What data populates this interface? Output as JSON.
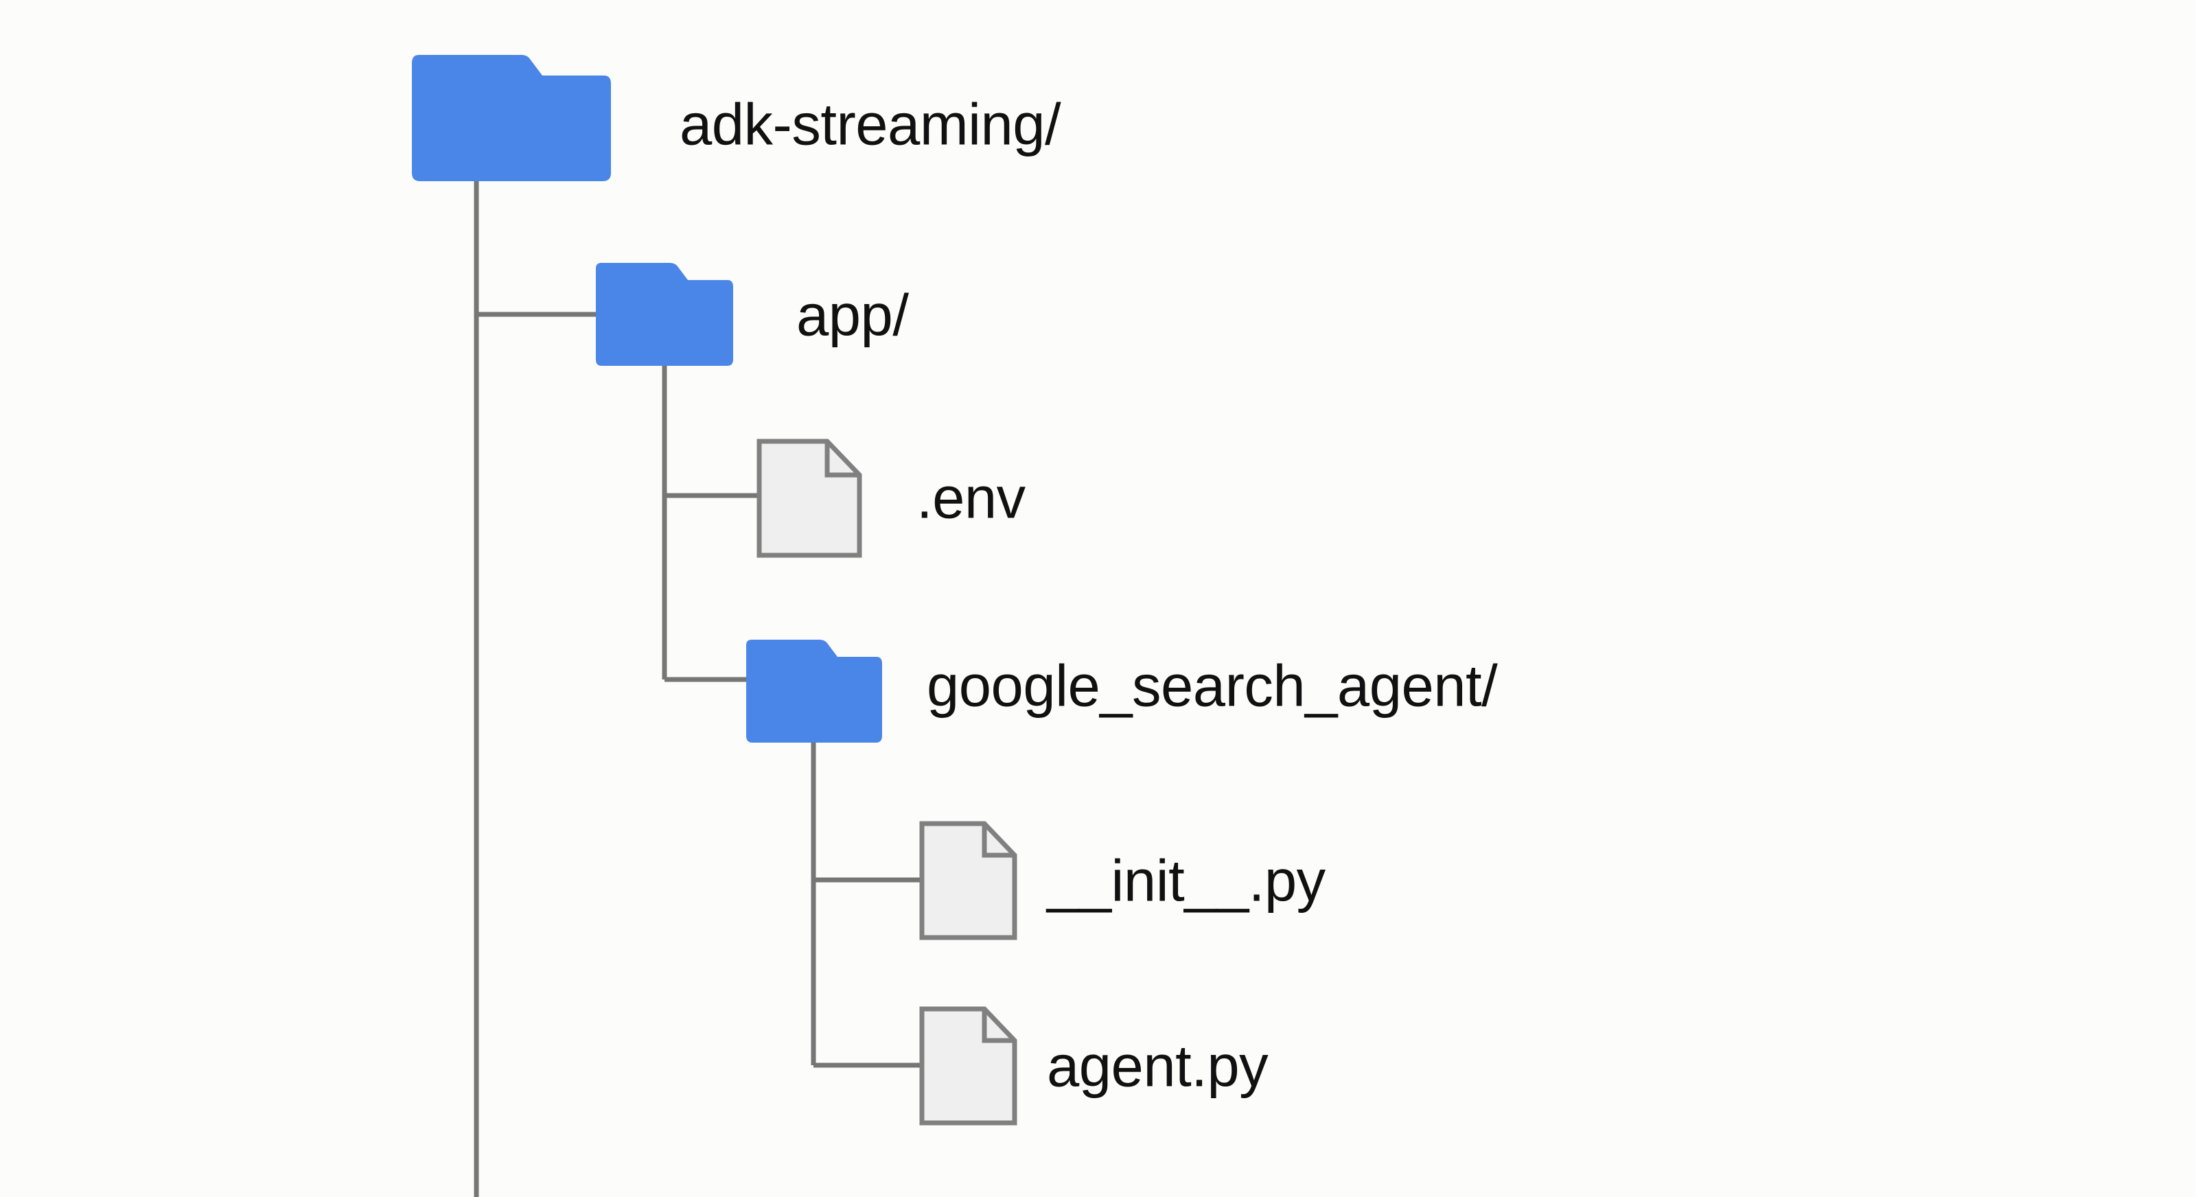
{
  "diagram": {
    "type": "file-tree",
    "title": "adk-streaming project structure",
    "background_color": "#fcfcfa",
    "folder_color": "#4a86e8",
    "file_fill_color": "#efefef",
    "file_border_color": "#808080",
    "connector_color": "#767676",
    "text_color": "#111111"
  },
  "nodes": [
    {
      "id": "root",
      "label": "adk-streaming/",
      "kind": "folder",
      "depth": 0,
      "icon": "folder-icon",
      "children": [
        "app"
      ]
    },
    {
      "id": "app",
      "label": "app/",
      "kind": "folder",
      "depth": 1,
      "icon": "folder-icon",
      "children": [
        "env",
        "google_search_agent"
      ]
    },
    {
      "id": "env",
      "label": ".env",
      "kind": "file",
      "depth": 2,
      "icon": "file-icon",
      "children": []
    },
    {
      "id": "google_search_agent",
      "label": "google_search_agent/",
      "kind": "folder",
      "depth": 2,
      "icon": "folder-icon",
      "children": [
        "init_py",
        "agent_py"
      ]
    },
    {
      "id": "init_py",
      "label": "__init__.py",
      "kind": "file",
      "depth": 3,
      "icon": "file-icon",
      "children": []
    },
    {
      "id": "agent_py",
      "label": "agent.py",
      "kind": "file",
      "depth": 3,
      "icon": "file-icon",
      "children": []
    }
  ],
  "labels": {
    "root": "adk-streaming/",
    "app": "app/",
    "env": ".env",
    "google_search_agent": "google_search_agent/",
    "init_py": "__init__.py",
    "agent_py": "agent.py"
  }
}
